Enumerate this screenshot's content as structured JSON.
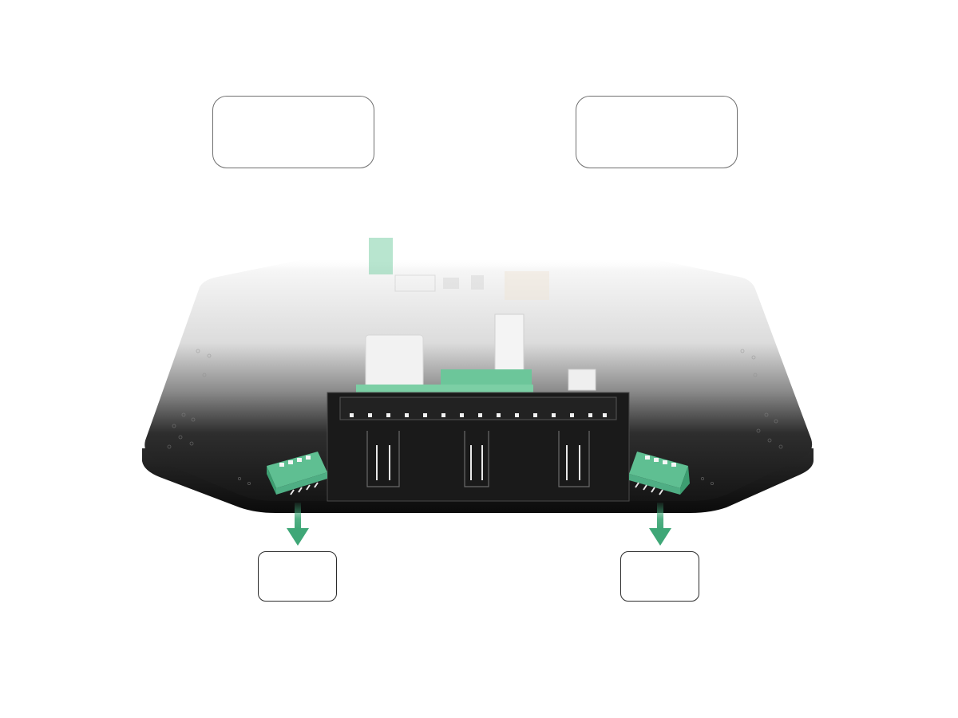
{
  "diagram": {
    "callouts": {
      "top_left": "",
      "top_right": "",
      "bottom_left": "",
      "bottom_right": ""
    },
    "components": {
      "board": "circuit-board",
      "left_connector": "terminal-block-connector",
      "right_connector": "terminal-block-connector",
      "arrows": "down-arrow"
    },
    "colors": {
      "board_dark": "#111111",
      "board_fade": "#f4f4f4",
      "connector_green": "#5fbf92",
      "connector_green_dark": "#3d9e71",
      "arrow_green": "#3fa777",
      "box_border_top": "#6f6f6f",
      "box_border_bottom": "#2b2b2b"
    }
  }
}
